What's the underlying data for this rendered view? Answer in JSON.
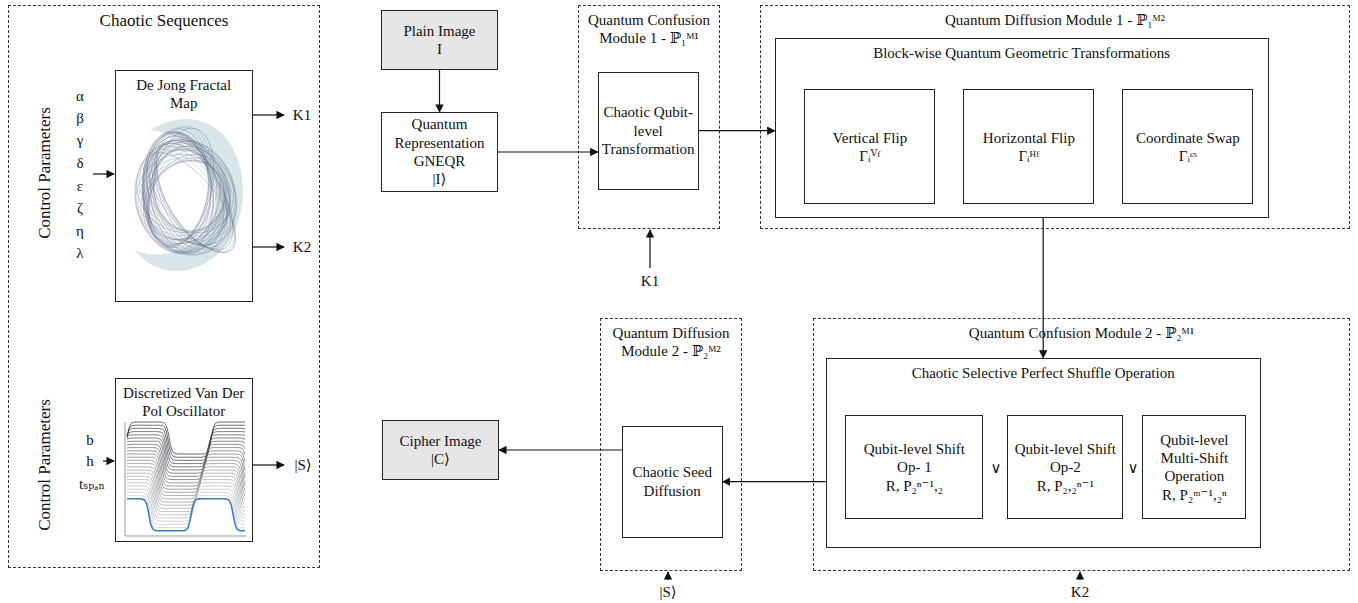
{
  "diagram": {
    "nodes": [
      {
        "text": [
          "Chaotic Sequences"
        ]
      },
      {
        "text": [
          "De Jong Fractal Map"
        ],
        "in": 0
      },
      {
        "text": [
          "Discretized Van Der Pol Oscillator"
        ],
        "in": 0
      },
      {
        "text": [
          "Plain Image",
          "I"
        ]
      },
      {
        "text": [
          "Quantum Representation GNEQR",
          "|I⟩"
        ]
      },
      {
        "text": [
          "Quantum Confusion Module 1 - ℙ₁ᴹ¹"
        ]
      },
      {
        "text": [
          "Chaotic Qubit-level Transformation"
        ],
        "in": 5
      },
      {
        "text": [
          "Quantum Diffusion Module 1 - ℙ₁ᴹ²"
        ]
      },
      {
        "text": [
          "Block-wise Quantum Geometric Transformations"
        ],
        "in": 7
      },
      {
        "text": [
          "Vertical Flip",
          "Γᵢⱽᶠ"
        ],
        "in": 8
      },
      {
        "text": [
          "Horizontal Flip",
          "Γᵢᴴᶠ"
        ],
        "in": 8
      },
      {
        "text": [
          "Coordinate Swap",
          "Γᵢᶜˢ"
        ],
        "in": 8
      },
      {
        "text": [
          "Quantum Confusion Module 2 - ℙ₂ᴹ¹"
        ]
      },
      {
        "text": [
          "Chaotic Selective Perfect Shuffle Operation"
        ],
        "in": 12
      },
      {
        "text": [
          "Qubit-level Shift Op- 1",
          "R, P₂ⁿ⁻¹,₂"
        ],
        "in": 13
      },
      {
        "text": [
          "Qubit-level Shift Op-2",
          "R, P₂,₂ⁿ⁻¹"
        ],
        "in": 13
      },
      {
        "text": [
          "Qubit-level Multi-Shift Operation",
          "R, P₂ᵐ⁻¹,₂ⁿ"
        ],
        "in": 13
      },
      {
        "text": [
          "Quantum Diffusion Module 2 - ℙ₂ᴹ²"
        ]
      },
      {
        "text": [
          "Chaotic Seed Diffusion"
        ],
        "in": 17
      },
      {
        "text": [
          "Cipher Image",
          "|C⟩"
        ]
      }
    ],
    "edges": [
      {
        "from": 3,
        "to": 4,
        "arrow": "to"
      },
      {
        "from": 4,
        "to": 6,
        "arrow": "to"
      },
      {
        "from": 6,
        "to": 8,
        "arrow": "to"
      },
      {
        "from": 8,
        "to": 13,
        "arrow": "to"
      },
      {
        "from": 13,
        "to": 18,
        "arrow": "to"
      },
      {
        "from": 18,
        "to": 19,
        "arrow": "to"
      }
    ],
    "labels": [
      "Control Parameters",
      "α",
      "β",
      "γ",
      "δ",
      "ε",
      "ζ",
      "η",
      "λ",
      "K1",
      "K2",
      "Control Parameters",
      "b",
      "h",
      "tₛₚₐₙ",
      "|S⟩",
      "K1",
      "∨",
      "∨",
      "K2",
      "|S⟩"
    ]
  }
}
